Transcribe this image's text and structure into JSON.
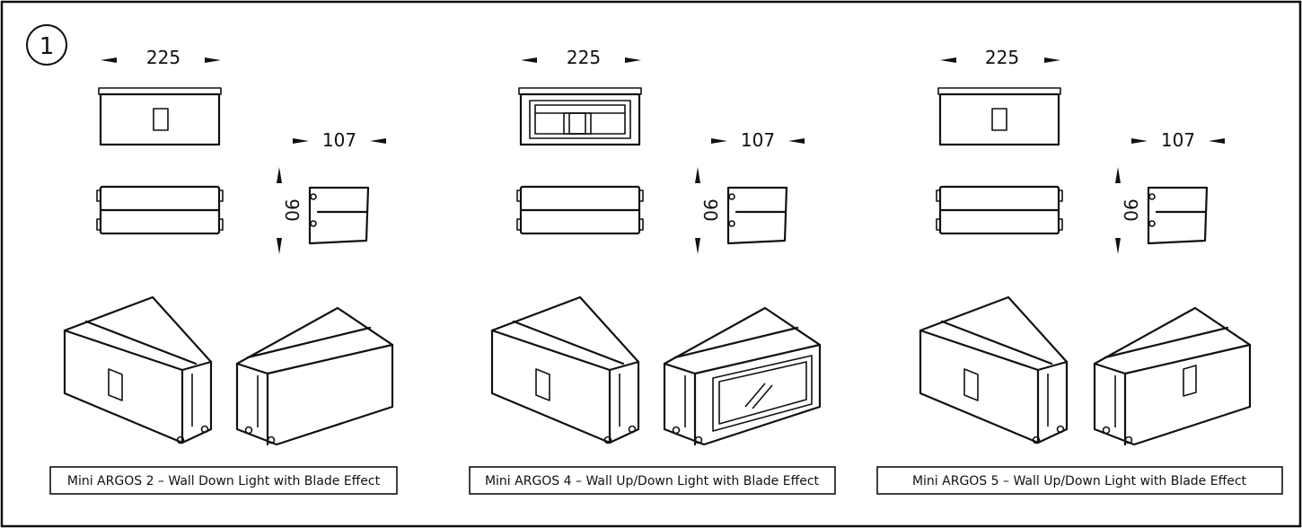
{
  "step_number": "1",
  "products": [
    {
      "variant": "blade",
      "width_label": "225",
      "depth_label": "107",
      "height_label": "90",
      "caption": "Mini ARGOS 2 – Wall Down Light with Blade Effect",
      "back_window": "blade"
    },
    {
      "variant": "window",
      "width_label": "225",
      "depth_label": "107",
      "height_label": "90",
      "caption": "Mini ARGOS 4 – Wall Up/Down Light with Blade Effect",
      "back_window": "glass"
    },
    {
      "variant": "blade",
      "width_label": "225",
      "depth_label": "107",
      "height_label": "90",
      "caption": "Mini ARGOS 5 – Wall Up/Down Light with Blade Effect",
      "back_window": "blade"
    }
  ],
  "colors": {
    "line": "#111111",
    "background": "#ffffff"
  }
}
